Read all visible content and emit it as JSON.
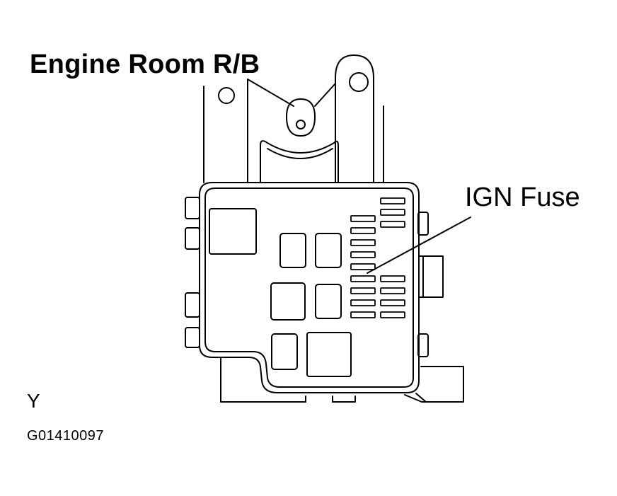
{
  "title": "Engine Room R/B",
  "callout_label": "IGN Fuse",
  "corner_code": "Y",
  "figure_id": "G01410097"
}
